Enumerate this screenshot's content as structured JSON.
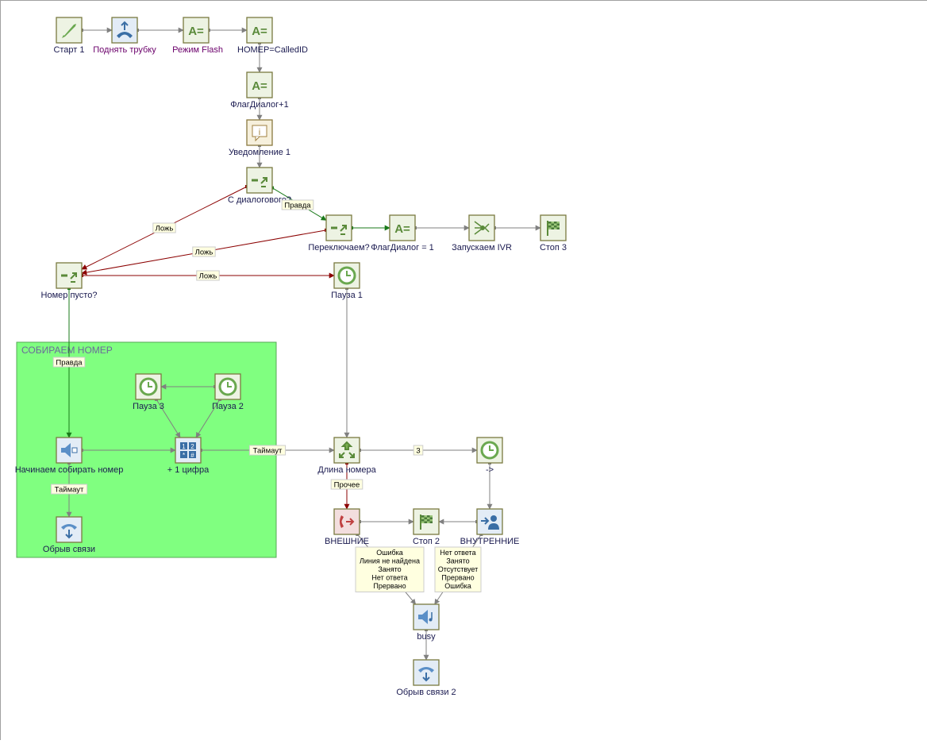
{
  "group": {
    "title": "СОБИРАЕМ НОМЕР",
    "fill": "#80ff80"
  },
  "colors": {
    "true_edge": "#1a7a1a",
    "false_edge": "#8b0000",
    "edge": "#808080"
  },
  "nodes": [
    {
      "id": "start",
      "label": "Старт 1",
      "icon": "rocket-icon",
      "style": "green"
    },
    {
      "id": "pickup",
      "label": "Поднять трубку",
      "icon": "phone-pickup-icon",
      "style": "blue",
      "labelColor": "#6b006b"
    },
    {
      "id": "flash",
      "label": "Режим Flash",
      "icon": "assign-icon",
      "style": "green",
      "labelColor": "#6b006b"
    },
    {
      "id": "nomer",
      "label": "НОМЕР=CalledID",
      "icon": "assign-icon",
      "style": "green"
    },
    {
      "id": "flag",
      "label": "ФлагДиалог+1",
      "icon": "assign-icon",
      "style": "green"
    },
    {
      "id": "notif",
      "label": "Уведомление 1",
      "icon": "info-icon",
      "style": "tan"
    },
    {
      "id": "cdialog",
      "label": "С диалогового?",
      "icon": "branch-icon",
      "style": "green"
    },
    {
      "id": "switch",
      "label": "Переключаем?",
      "icon": "branch-icon",
      "style": "green"
    },
    {
      "id": "flagd1",
      "label": "ФлагДиалог = 1",
      "icon": "assign-icon",
      "style": "green"
    },
    {
      "id": "ivr",
      "label": "Запускаем IVR",
      "icon": "ivr-icon",
      "style": "green"
    },
    {
      "id": "stop3",
      "label": "Стоп 3",
      "icon": "finish-flag-icon",
      "style": "green"
    },
    {
      "id": "nempty",
      "label": "Номер пусто?",
      "icon": "branch-icon",
      "style": "green"
    },
    {
      "id": "pause1",
      "label": "Пауза 1",
      "icon": "clock-icon",
      "style": "green"
    },
    {
      "id": "pause3",
      "label": "Пауза 3",
      "icon": "clock-icon",
      "style": "green"
    },
    {
      "id": "pause2",
      "label": "Пауза 2",
      "icon": "clock-icon",
      "style": "green"
    },
    {
      "id": "dial",
      "label": "Начинаем собирать номер",
      "icon": "speaker-icon",
      "style": "blue"
    },
    {
      "id": "plus1",
      "label": "+ 1 цифра",
      "icon": "keypad-icon",
      "style": "blue"
    },
    {
      "id": "len",
      "label": "Длина номера",
      "icon": "switch-icon",
      "style": "green"
    },
    {
      "id": "arrow",
      "label": "->",
      "icon": "clock-icon",
      "style": "green"
    },
    {
      "id": "obryv",
      "label": "Обрыв связи",
      "icon": "hangup-icon",
      "style": "blue"
    },
    {
      "id": "ext",
      "label": "ВНЕШНИЕ",
      "icon": "transfer-external-icon",
      "style": "red"
    },
    {
      "id": "stop2",
      "label": "Стоп 2",
      "icon": "finish-flag-icon",
      "style": "green"
    },
    {
      "id": "int",
      "label": "ВНУТРЕННИЕ",
      "icon": "transfer-internal-icon",
      "style": "blue"
    },
    {
      "id": "busy",
      "label": "busy",
      "icon": "speaker-music-icon",
      "style": "blue"
    },
    {
      "id": "obryv2",
      "label": "Обрыв связи 2",
      "icon": "hangup-icon",
      "style": "blue"
    }
  ],
  "edges": [
    {
      "from": "start",
      "to": "pickup"
    },
    {
      "from": "pickup",
      "to": "flash"
    },
    {
      "from": "flash",
      "to": "nomer"
    },
    {
      "from": "nomer",
      "to": "flag"
    },
    {
      "from": "flag",
      "to": "notif"
    },
    {
      "from": "notif",
      "to": "cdialog"
    },
    {
      "from": "cdialog",
      "to": "switch",
      "kind": "true",
      "label": "Правда"
    },
    {
      "from": "cdialog",
      "to": "nempty",
      "kind": "false",
      "label": "Ложь"
    },
    {
      "from": "switch",
      "to": "nempty",
      "kind": "false",
      "label": "Ложь"
    },
    {
      "from": "switch",
      "to": "flagd1",
      "kind": "true"
    },
    {
      "from": "flagd1",
      "to": "ivr"
    },
    {
      "from": "ivr",
      "to": "stop3"
    },
    {
      "from": "nempty",
      "to": "pause1",
      "kind": "false",
      "label": "Ложь"
    },
    {
      "from": "nempty",
      "to": "dial",
      "kind": "true",
      "label": "Правда"
    },
    {
      "from": "pause2",
      "to": "pause3"
    },
    {
      "from": "pause3",
      "to": "plus1"
    },
    {
      "from": "pause2",
      "to": "plus1"
    },
    {
      "from": "dial",
      "to": "plus1"
    },
    {
      "from": "dial",
      "to": "obryv",
      "label": "Таймаут"
    },
    {
      "from": "plus1",
      "to": "len",
      "label": "Таймаут"
    },
    {
      "from": "pause1",
      "to": "len"
    },
    {
      "from": "len",
      "to": "arrow",
      "label": "3"
    },
    {
      "from": "len",
      "to": "ext",
      "kind": "false",
      "label": "Прочее"
    },
    {
      "from": "arrow",
      "to": "int"
    },
    {
      "from": "ext",
      "to": "stop2"
    },
    {
      "from": "int",
      "to": "stop2"
    },
    {
      "from": "ext",
      "to": "busy",
      "lines": [
        "Ошибка",
        "Линия не найдена",
        "Занято",
        "Нет ответа",
        "Прервано"
      ]
    },
    {
      "from": "int",
      "to": "busy",
      "lines": [
        "Нет ответа",
        "Занято",
        "Отсутствует",
        "Прервано",
        "Ошибка"
      ]
    },
    {
      "from": "busy",
      "to": "obryv2"
    }
  ]
}
